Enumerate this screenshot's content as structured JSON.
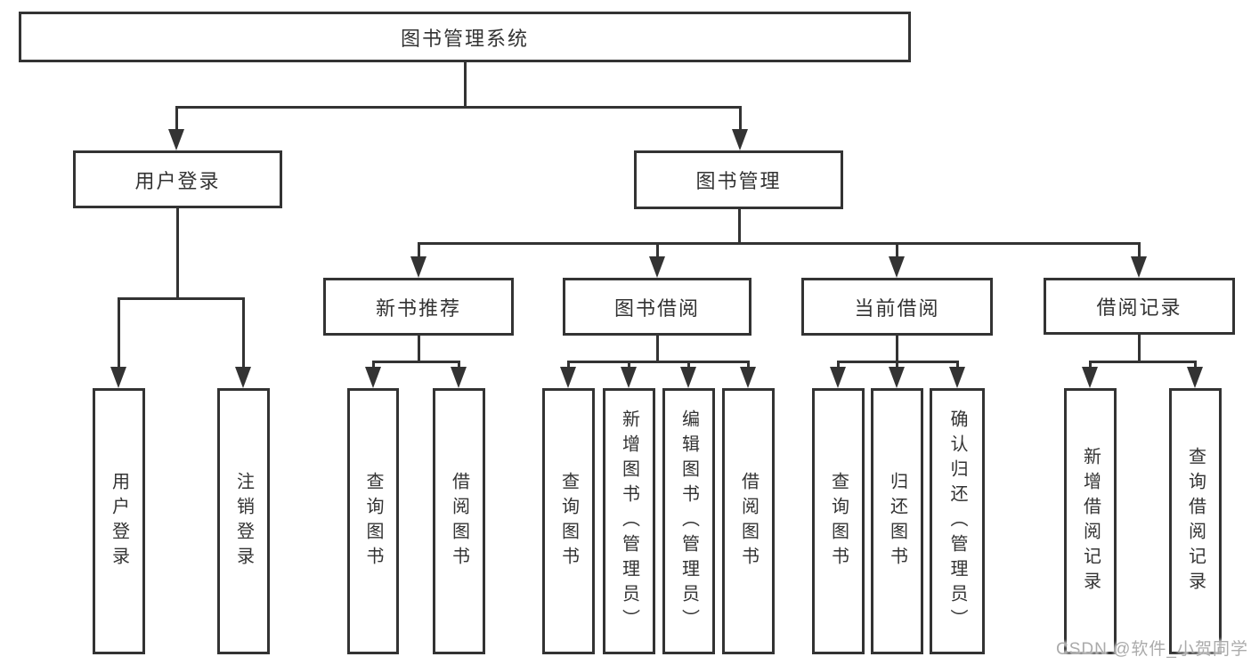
{
  "diagram": {
    "title": "图书管理系统",
    "level2": [
      "用户登录",
      "图书管理"
    ],
    "level3": [
      "新书推荐",
      "图书借阅",
      "当前借阅",
      "借阅记录"
    ],
    "leaves": {
      "user_login": [
        "用户登录",
        "注销登录"
      ],
      "new_book_recommend": [
        "查询图书",
        "借阅图书"
      ],
      "book_borrowing": [
        "查询图书",
        "新增图书（管理员）",
        "编辑图书（管理员）",
        "借阅图书"
      ],
      "current_borrowing": [
        "查询图书",
        "归还图书",
        "确认归还（管理员）"
      ],
      "borrowing_records": [
        "新增借阅记录",
        "查询借阅记录"
      ]
    },
    "watermark": "CSDN @软件_小贺同学",
    "colors": {
      "line": "#333333",
      "text": "#333333",
      "watermark": "#ABABAB",
      "background": "#FFFFFF"
    }
  }
}
